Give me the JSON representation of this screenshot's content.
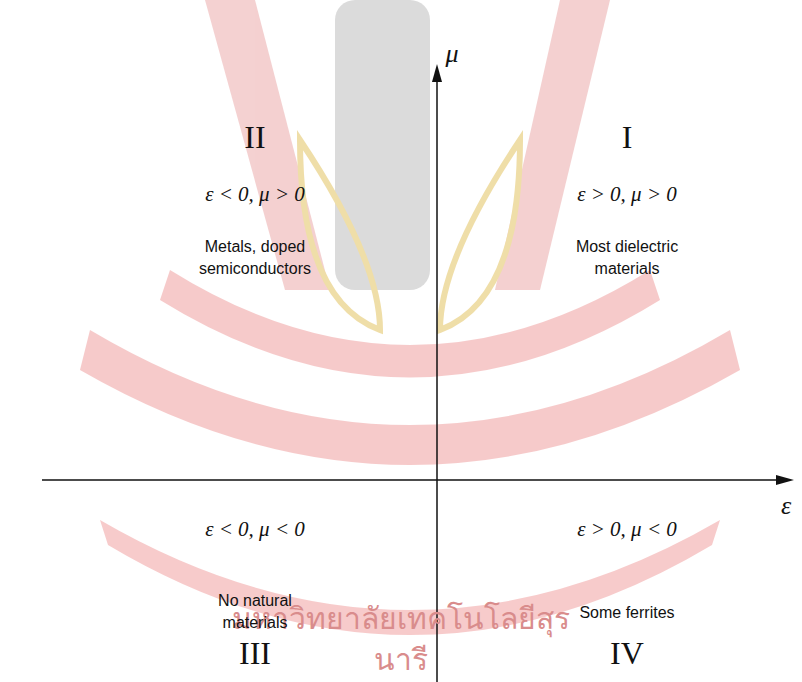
{
  "diagram": {
    "labels": [
      "μ",
      "ε",
      "II",
      "I",
      "ε < 0, μ > 0",
      "ε > 0, μ > 0",
      "Metals, doped semiconductors",
      "Most dielectric materials",
      "ε < 0, μ < 0",
      "ε > 0, μ < 0",
      "No natural materials",
      "Some ferrites",
      "III",
      "IV",
      "มหาวิทยาลัยเทคโนโลยีสุรนารี"
    ]
  }
}
